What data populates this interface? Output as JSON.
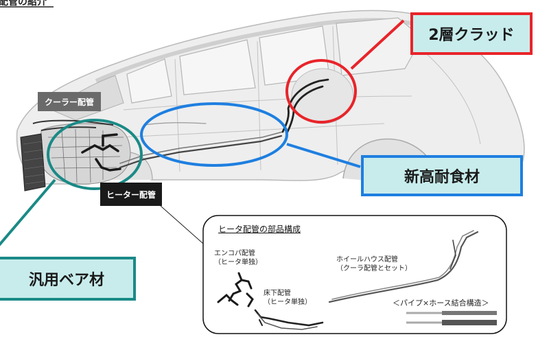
{
  "header": {
    "title": "配管の紹介"
  },
  "callouts": {
    "cladding": {
      "text": "2層クラッド",
      "color": "#e8242a",
      "fill": "#c8ecec"
    },
    "corrosion": {
      "text": "新高耐食材",
      "color": "#1e7fe0",
      "fill": "#c8ecec"
    },
    "bare": {
      "text": "汎用ベア材",
      "color": "#1a8a86",
      "fill": "#c8ecec"
    }
  },
  "part_labels": {
    "cooler": "クーラー配管",
    "heater": "ヒーター配管"
  },
  "inset": {
    "title": "ヒータ配管の部品構成",
    "encompa": {
      "line1": "エンコパ配管",
      "line2": "（ヒータ単独）"
    },
    "underfloor": {
      "line1": "床下配管",
      "line2": "（ヒータ単独）"
    },
    "wheelhouse": {
      "line1": "ホイールハウス配管",
      "line2": "（クーラ配管とセット）"
    },
    "joint": "＜パイプ×ホース結合構造＞"
  }
}
